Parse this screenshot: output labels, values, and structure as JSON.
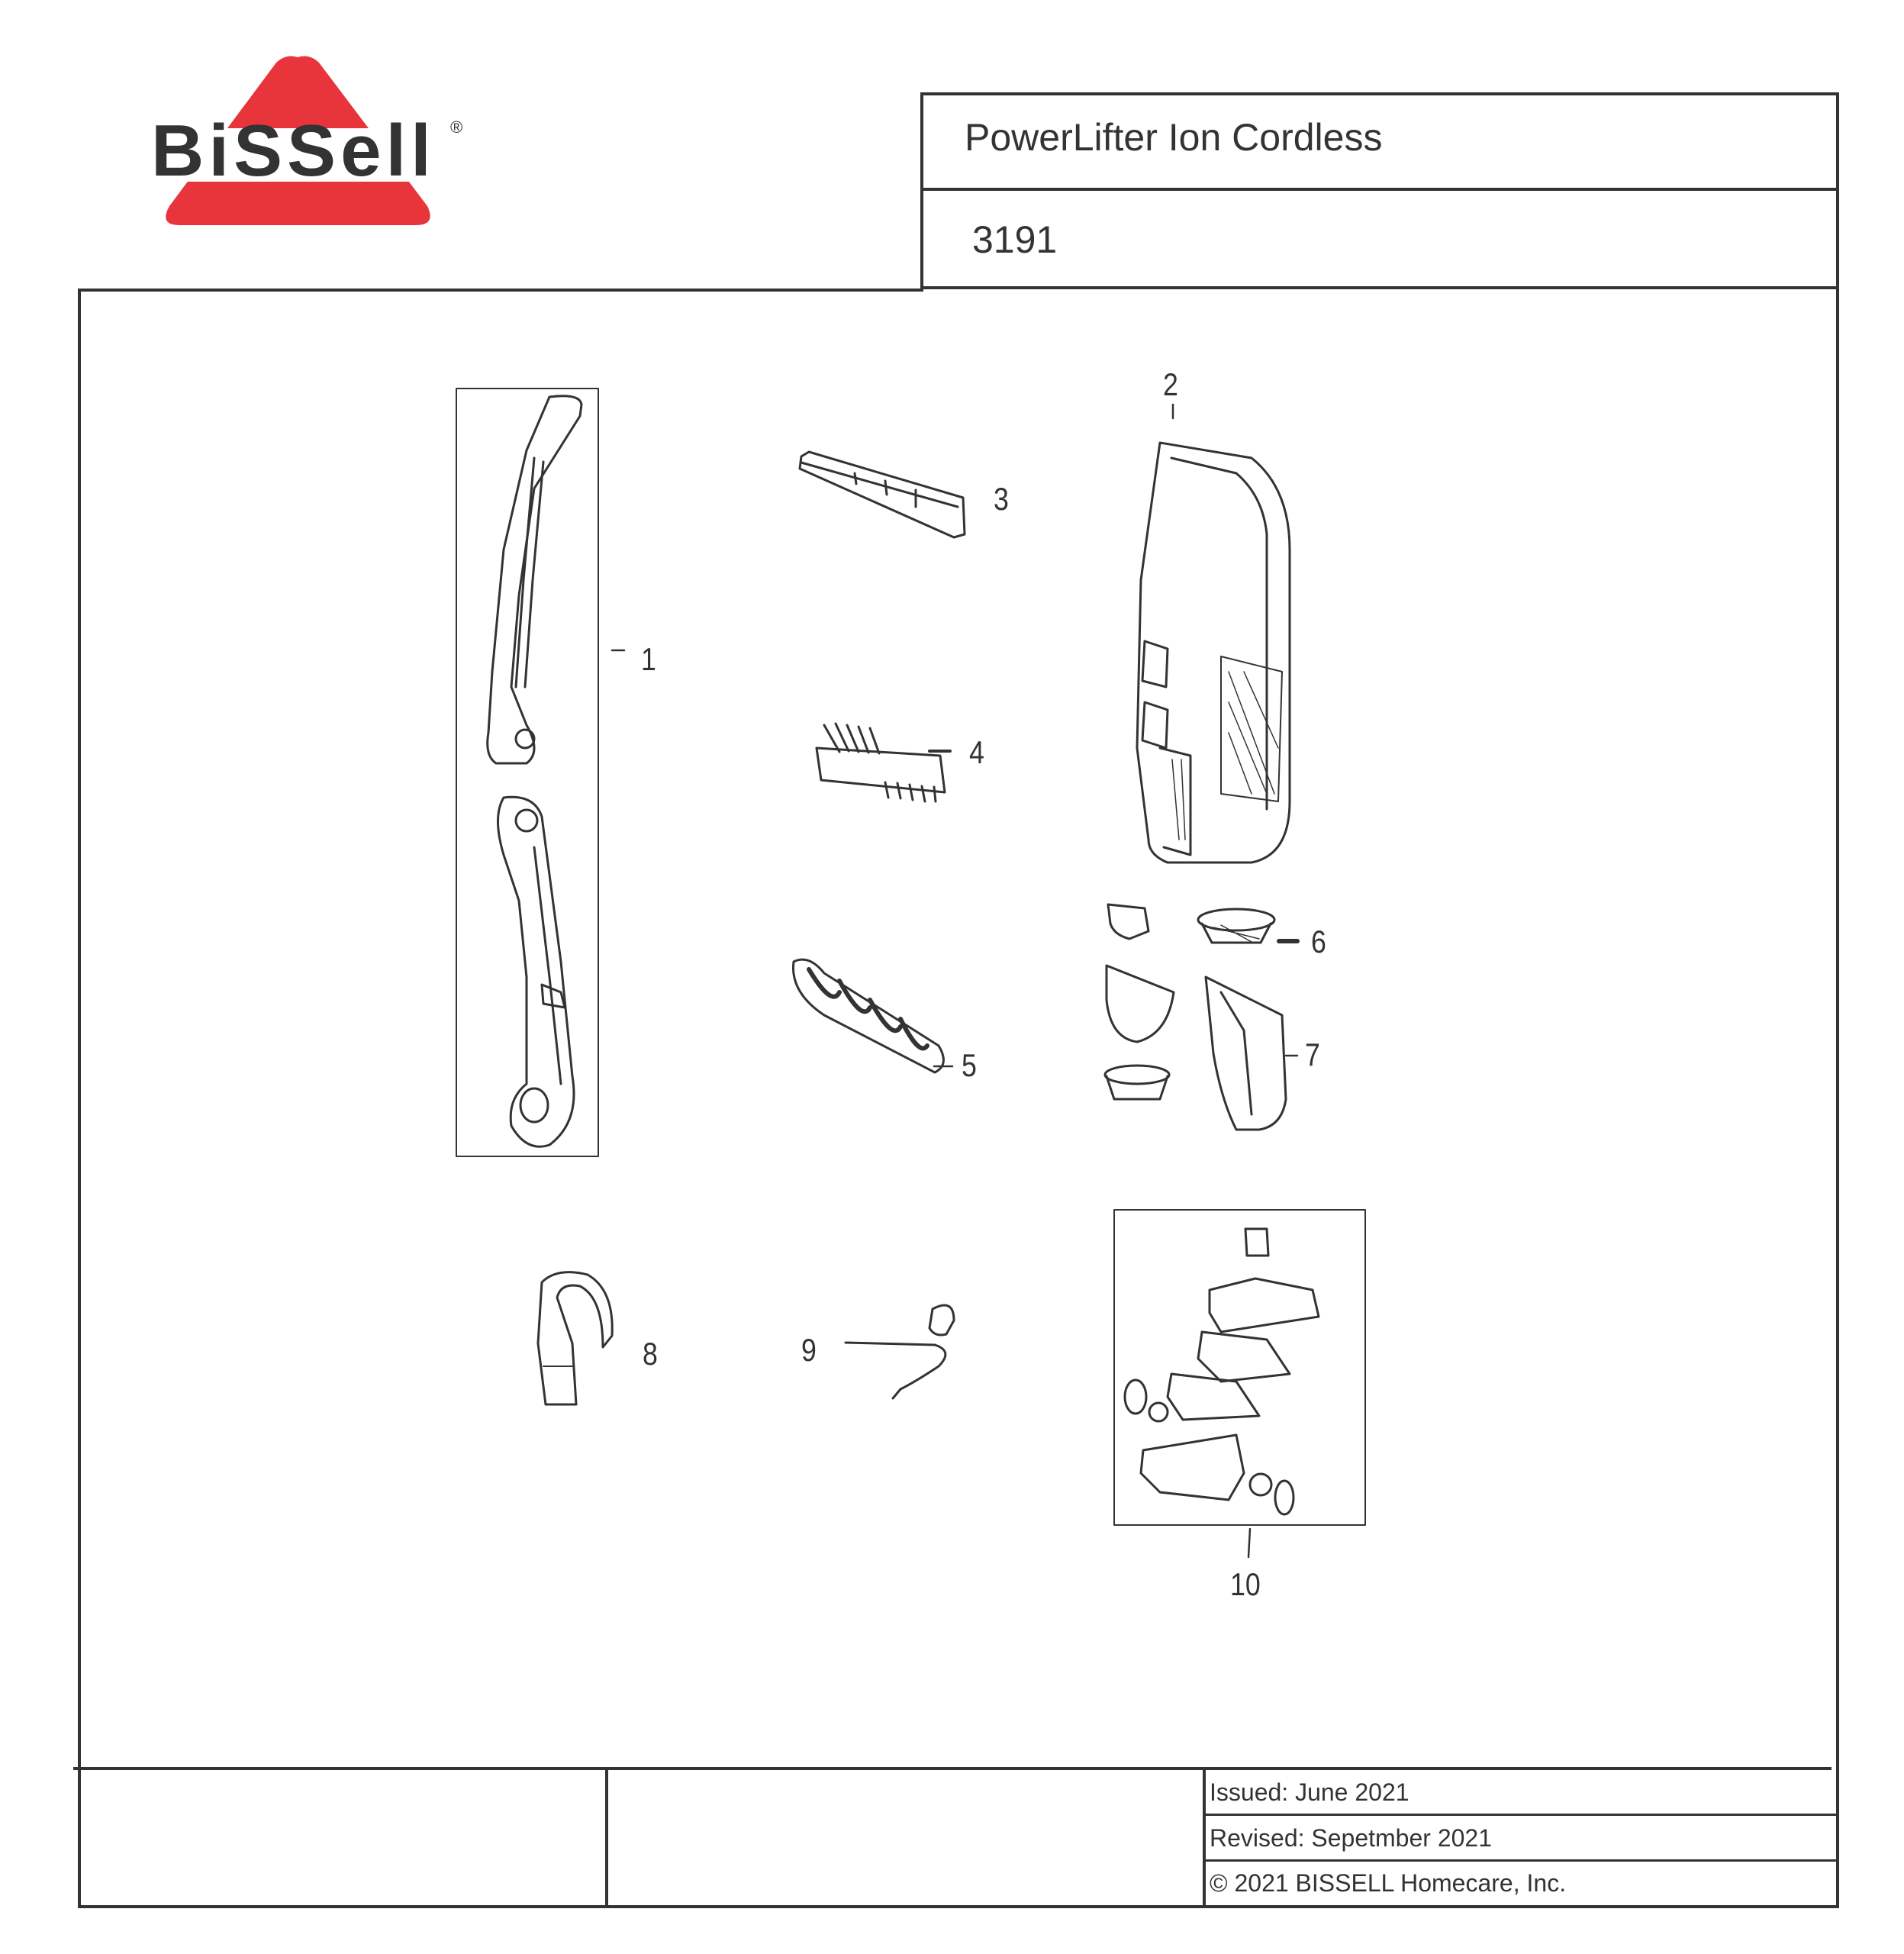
{
  "brand": {
    "logo_text": "BiSSell",
    "registered_mark": "®",
    "logo_color": "#e8353b",
    "ink_color": "#333333"
  },
  "title_block": {
    "product_name": "PowerLifter Ion Cordless",
    "model_number": "3191"
  },
  "callouts": [
    "1",
    "2",
    "3",
    "4",
    "5",
    "6",
    "7",
    "8",
    "9",
    "10"
  ],
  "footer": {
    "issued": "Issued: June  2021",
    "revised": "Revised:  Sepetmber 2021",
    "copyright": "© 2021  BISSELL Homecare, Inc."
  },
  "parts": [
    {
      "number": "1",
      "icon": "handle-assembly-icon"
    },
    {
      "number": "2",
      "icon": "main-body-icon"
    },
    {
      "number": "3",
      "icon": "crevice-tool-icon"
    },
    {
      "number": "4",
      "icon": "upholstery-brush-icon"
    },
    {
      "number": "5",
      "icon": "brush-roll-icon"
    },
    {
      "number": "6",
      "icon": "filter-icon"
    },
    {
      "number": "7",
      "icon": "dirt-cup-icon"
    },
    {
      "number": "8",
      "icon": "tool-clip-icon"
    },
    {
      "number": "9",
      "icon": "charger-icon"
    },
    {
      "number": "10",
      "icon": "foot-assembly-icon"
    }
  ]
}
